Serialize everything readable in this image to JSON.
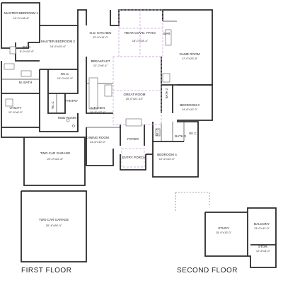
{
  "floors": [
    {
      "title": "FIRST FLOOR"
    },
    {
      "title": "SECOND FLOOR"
    }
  ],
  "rooms": {
    "master_bedroom_1": {
      "name": "MASTER BEDROOM 1",
      "size": "13'-0\"x18'-6\""
    },
    "master_bedroom_2": {
      "name": "MASTER BEDROOM 2",
      "size": "15'-6\"x15'-6\""
    },
    "wic_master": {
      "name": "W.I.C.",
      "size": "8'-0\"x10'-6\""
    },
    "m_bath": {
      "name": "M. BATH",
      "size": ""
    },
    "wic_2": {
      "name": "W.I.C.",
      "size": "10'-0\"x10'-0\""
    },
    "od_kitchen": {
      "name": "O.D. KITCHEN",
      "size": "12'-0\"x11'-0\""
    },
    "rear_patio": {
      "name": "REAR COV'D. PATIO",
      "size": "18'-0\"x18'-4\""
    },
    "bar": {
      "name": "BAR",
      "size": ""
    },
    "game_room": {
      "name": "GAME ROOM",
      "size": "17'-0\"x23'-8\""
    },
    "breakfast": {
      "name": "BREAKFAST",
      "size": "12'-2\"x8'-4\""
    },
    "great_room": {
      "name": "GREAT ROOM",
      "size": "20'-0\"x21'-10\""
    },
    "kitchen": {
      "name": "KITCHEN",
      "size": "16'-8\"x17'-4\""
    },
    "pantry": {
      "name": "PANTRY",
      "size": ""
    },
    "wic_small": {
      "name": "W.I.C.",
      "size": ""
    },
    "utility": {
      "name": "UTILITY",
      "size": "12'-0\"x8'-0\""
    },
    "mud_room": {
      "name": "MUD ROOM",
      "size": ""
    },
    "bath_2": {
      "name": "BATH 2",
      "size": ""
    },
    "bedroom_3": {
      "name": "BEDROOM 3",
      "size": "14'-6\"x12'-0\""
    },
    "bath_3": {
      "name": "BATH 3",
      "size": ""
    },
    "wic_b4a": {
      "name": "W.I.C.",
      "size": ""
    },
    "wic_b4b": {
      "name": "W.I.C.",
      "size": ""
    },
    "bedroom_4": {
      "name": "BEDROOM 4",
      "size": "12'-6\"x12'-0\""
    },
    "dining_room": {
      "name": "DINING ROOM",
      "size": "14'-6\"x10'-0\""
    },
    "foyer": {
      "name": "FOYER",
      "size": ""
    },
    "entry_porch": {
      "name": "ENTRY PORCH",
      "size": ""
    },
    "garage_a": {
      "name": "TWO CAR GARAGE",
      "size": "22'-0\"x22'-8\""
    },
    "garage_b": {
      "name": "TWO CAR GARAGE",
      "size": "26'-4\"x26'-0\""
    },
    "study": {
      "name": "STUDY",
      "size": "15'-0\"x13'-0\""
    },
    "balcony": {
      "name": "BALCONY",
      "size": "13'-0\"x11'-0\""
    },
    "stor": {
      "name": "STOR.",
      "size": "12'-8\"x4'-0\""
    }
  }
}
